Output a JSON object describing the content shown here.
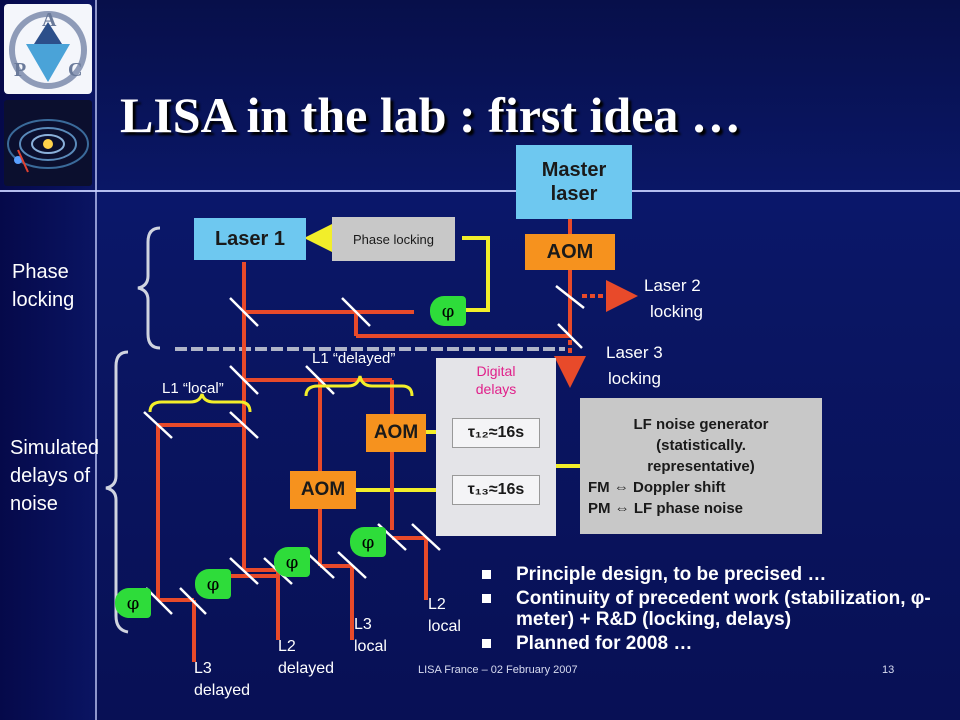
{
  "slide": {
    "title": "LISA in the lab : first idea …",
    "footer": "LISA France – 02 February 2007",
    "page_number": "13"
  },
  "diagram": {
    "master_laser_line1": "Master",
    "master_laser_line2": "laser",
    "laser1": "Laser 1",
    "phase_locking_box": "Phase locking",
    "aom_master": "AOM",
    "aom_upper": "AOM",
    "aom_lower": "AOM",
    "phi": "φ",
    "laser2_line1": "Laser 2",
    "laser2_line2": "locking",
    "laser3_line1": "Laser 3",
    "laser3_line2": "locking",
    "phase_locking_line1": "Phase",
    "phase_locking_line2": "locking",
    "simulated_line1": "Simulated",
    "simulated_line2": "delays of",
    "simulated_line3": "noise",
    "l1_local": "L1 “local”",
    "l1_delayed": "L1 “delayed”",
    "digital_delays_line1": "Digital",
    "digital_delays_line2": "delays",
    "tau12": "τ₁₂≈16s",
    "tau13": "τ₁₃≈16s",
    "lf_line1": "LF noise generator",
    "lf_line2": "(statistically.",
    "lf_line3": "representative)",
    "lf_fm": "FM ⇔ Doppler shift",
    "lf_pm": "PM ⇔ LF phase noise",
    "l3_delayed_1": "L3",
    "l3_delayed_2": "delayed",
    "l2_delayed_1": "L2",
    "l2_delayed_2": "delayed",
    "l3_local_1": "L3",
    "l3_local_2": "local",
    "l2_local_1": "L2",
    "l2_local_2": "local"
  },
  "bullets": [
    "Principle design, to be precised …",
    "Continuity of precedent work (stabilization, φ-meter) + R&D (locking, delays)",
    "Planned for 2008 …"
  ],
  "colors": {
    "beam": "#e84a2a",
    "electric": "#f2ee2a",
    "laser_box": "#6ec8f0",
    "aom_box": "#f6921e",
    "phi_box": "#2edc3a",
    "grey_box": "#c8c8c8",
    "delay_text": "#e0208a"
  }
}
